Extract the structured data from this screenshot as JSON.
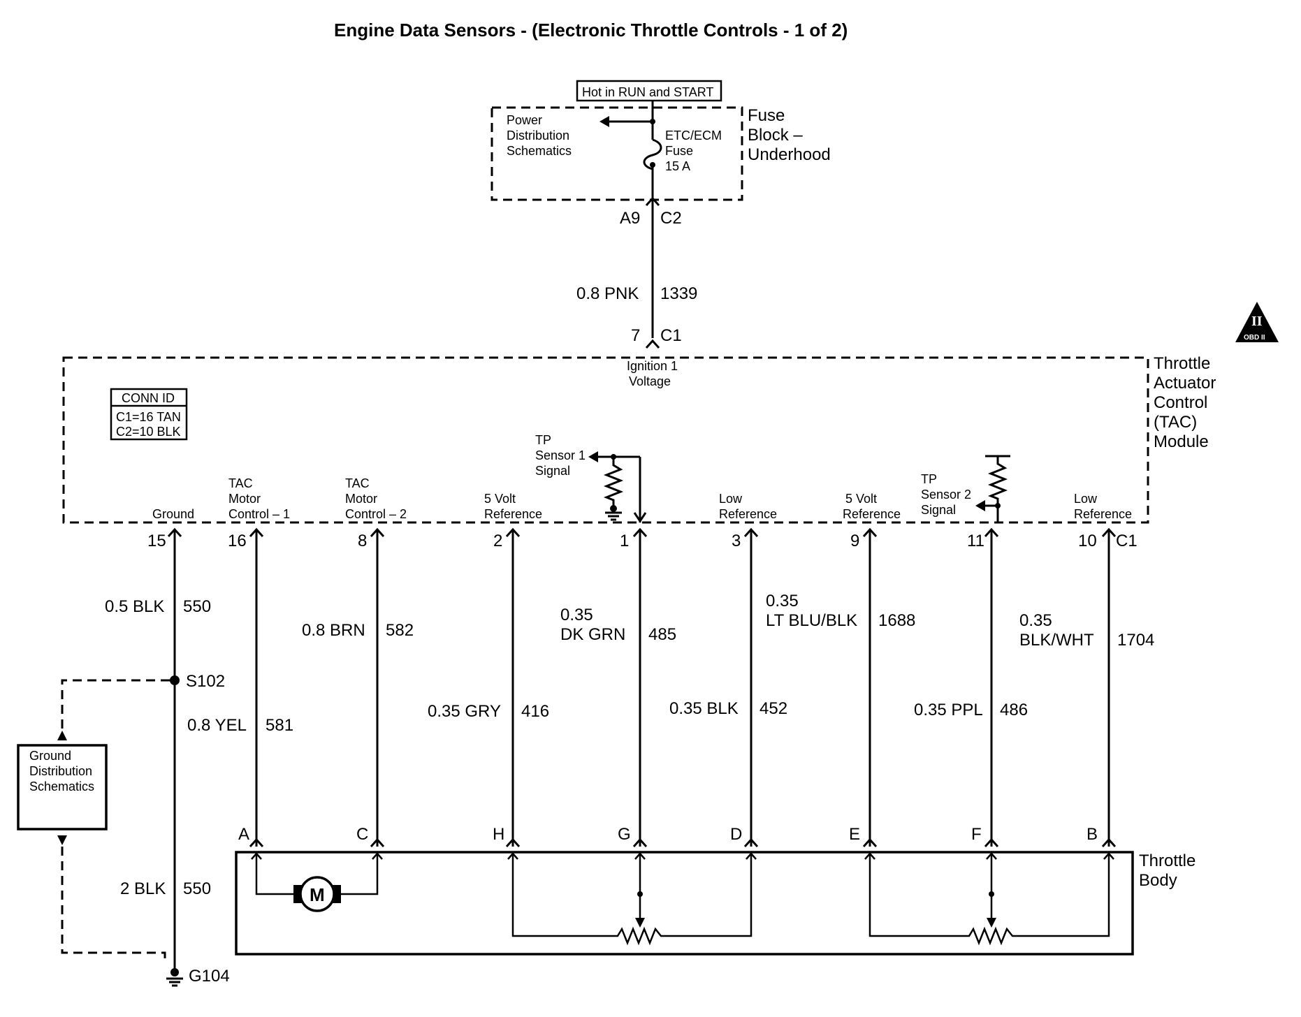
{
  "title": "Engine Data Sensors - (Electronic Throttle Controls  - 1 of 2)",
  "hot_label": "Hot in RUN and START",
  "fuse_block": {
    "name_lines": [
      "Fuse",
      "Block –",
      "Underhood"
    ],
    "power_ref_lines": [
      "Power",
      "Distribution",
      "Schematics"
    ],
    "fuse_lines": [
      "ETC/ECM",
      "Fuse",
      "15 A"
    ],
    "pin": "A9",
    "connector": "C2"
  },
  "ignition_wire": {
    "gauge_color": "0.8 PNK",
    "circuit": "1339"
  },
  "module": {
    "input_pin": "7",
    "input_connector": "C1",
    "name_lines": [
      "Throttle",
      "Actuator",
      "Control",
      "(TAC)",
      "Module"
    ],
    "ignition_lines": [
      "Ignition 1",
      "Voltage"
    ],
    "conn_id": {
      "header": "CONN ID",
      "rows": [
        "C1=16 TAN",
        "C2=10 BLK"
      ]
    },
    "tp1_lines": [
      "TP",
      "Sensor 1",
      "Signal"
    ],
    "tp2_lines": [
      "TP",
      "Sensor 2",
      "Signal"
    ],
    "output_connector": "C1"
  },
  "terminals": [
    {
      "label_lines": [
        "Ground"
      ],
      "pin": "15",
      "wire_lines": [
        "0.5 BLK"
      ],
      "circuit": "550"
    },
    {
      "label_lines": [
        "TAC",
        "Motor",
        "Control – 1"
      ],
      "pin": "16",
      "wire_lines": [
        "0.8 YEL"
      ],
      "circuit": "581",
      "body_pin": "A"
    },
    {
      "label_lines": [
        "TAC",
        "Motor",
        "Control – 2"
      ],
      "pin": "8",
      "wire_lines": [
        "0.8 BRN"
      ],
      "circuit": "582",
      "body_pin": "C"
    },
    {
      "label_lines": [
        "5 Volt",
        "Reference"
      ],
      "pin": "2",
      "wire_lines": [
        "0.35 GRY"
      ],
      "circuit": "416",
      "body_pin": "H"
    },
    {
      "label_lines": [],
      "pin": "1",
      "wire_lines": [
        "0.35",
        "DK GRN"
      ],
      "circuit": "485",
      "body_pin": "G"
    },
    {
      "label_lines": [
        "Low",
        "Reference"
      ],
      "pin": "3",
      "wire_lines": [
        "0.35 BLK"
      ],
      "circuit": "452",
      "body_pin": "D"
    },
    {
      "label_lines": [
        "5 Volt",
        "Reference"
      ],
      "pin": "9",
      "wire_lines": [
        "0.35",
        "LT BLU/BLK"
      ],
      "circuit": "1688",
      "body_pin": "E"
    },
    {
      "label_lines": [],
      "pin": "11",
      "wire_lines": [
        "0.35 PPL"
      ],
      "circuit": "486",
      "body_pin": "F"
    },
    {
      "label_lines": [
        "Low",
        "Reference"
      ],
      "pin": "10",
      "wire_lines": [
        "0.35",
        "BLK/WHT"
      ],
      "circuit": "1704",
      "body_pin": "B"
    }
  ],
  "splice": "S102",
  "ground_ref_lines": [
    "Ground",
    "Distribution",
    "Schematics"
  ],
  "ground_lower_wire": {
    "gauge_color": "2 BLK",
    "circuit": "550"
  },
  "ground_point": "G104",
  "throttle_body_lines": [
    "Throttle",
    "Body"
  ],
  "motor_symbol": "M",
  "obd_badge": {
    "numeral": "II",
    "text": "OBD II"
  }
}
